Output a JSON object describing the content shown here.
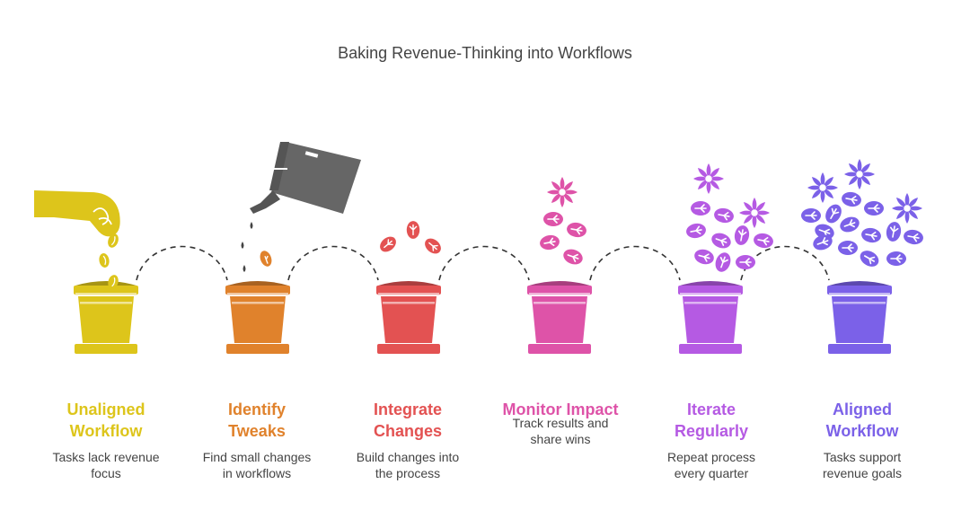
{
  "title": "Baking Revenue-Thinking into Workflows",
  "steps": [
    {
      "title": "Unaligned\nWorkflow",
      "description": "Tasks lack revenue\nfocus",
      "color": "#DDC51B"
    },
    {
      "title": "Identify\nTweaks",
      "description": "Find small changes\nin workflows",
      "color": "#E0822C"
    },
    {
      "title": "Integrate\nChanges",
      "description": "Build changes into\nthe process",
      "color": "#E35252"
    },
    {
      "title": "Monitor Impact",
      "description": "Track results and\nshare wins",
      "color": "#DE53A8"
    },
    {
      "title": "Iterate\nRegularly",
      "description": "Repeat process\nevery quarter",
      "color": "#B55AE3"
    },
    {
      "title": "Aligned\nWorkflow",
      "description": "Tasks support\nrevenue goals",
      "color": "#7B61E8"
    }
  ],
  "icons": [
    "hand-icon",
    "watering-can-icon",
    "seed-icon",
    "leaf-icon",
    "flower-icon"
  ]
}
